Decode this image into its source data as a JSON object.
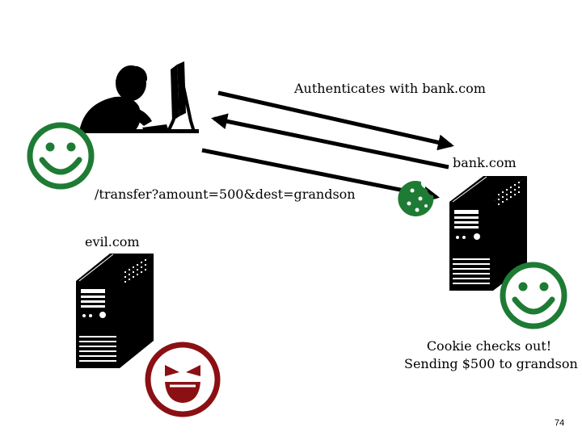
{
  "labels": {
    "authenticates": "Authenticates with bank.com",
    "bank": "bank.com",
    "transfer": "/transfer?amount=500&dest=grandson",
    "evil": "evil.com",
    "cookie_line1": "Cookie checks out!",
    "cookie_line2": "Sending $500 to grandson"
  },
  "page_number": "74",
  "colors": {
    "happy_green": "#1e7b34",
    "evil_red": "#8b1014",
    "ink": "#000000"
  },
  "icons": [
    "user-at-computer-icon",
    "happy-face-icon",
    "cookie-icon",
    "server-icon",
    "evil-face-icon"
  ]
}
